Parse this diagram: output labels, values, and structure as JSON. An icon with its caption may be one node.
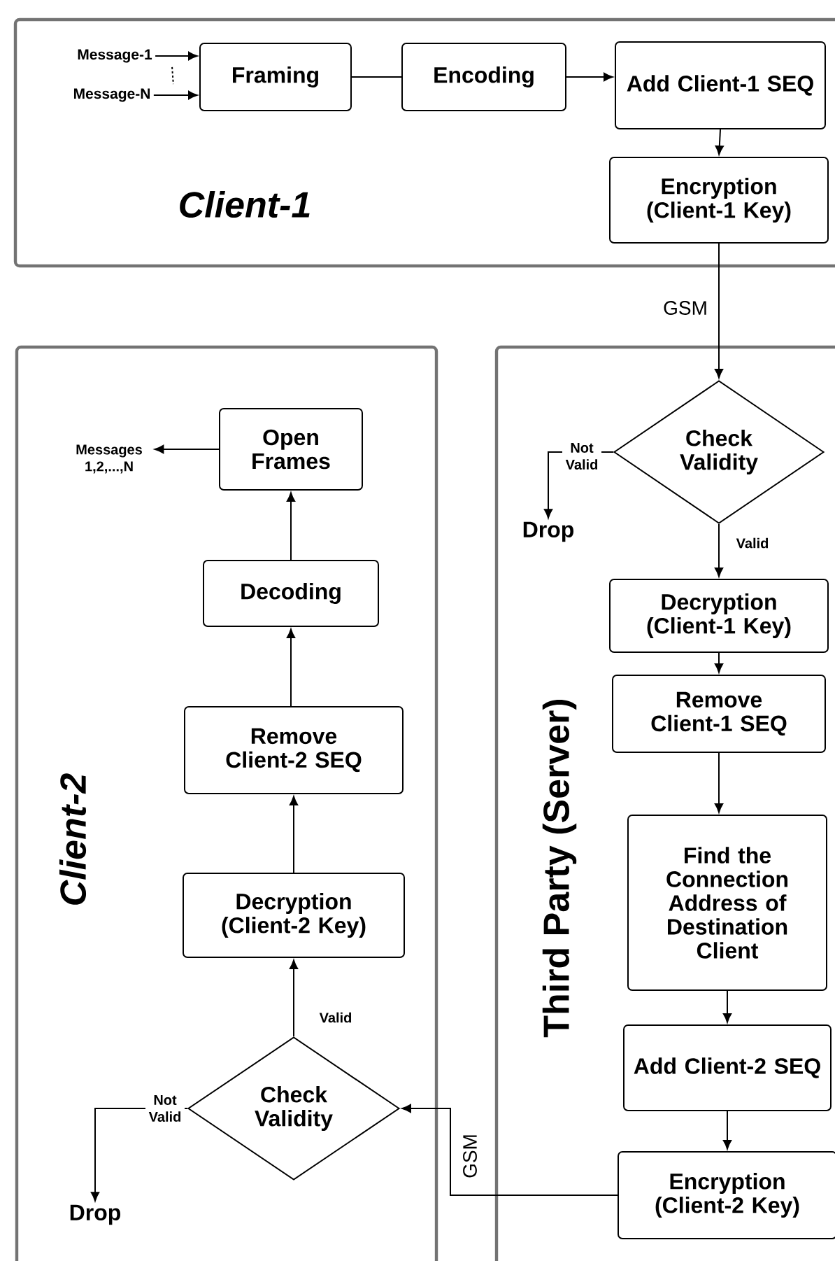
{
  "diagram": {
    "nodes": [
      {
        "text": [
          "Client-1"
        ]
      },
      {
        "text": [
          "Message-1"
        ],
        "in": 0
      },
      {
        "text": [
          "Message-N"
        ],
        "in": 0
      },
      {
        "text": [
          "Framing"
        ],
        "in": 0
      },
      {
        "text": [
          "Encoding"
        ],
        "in": 0
      },
      {
        "text": [
          "Add Client-1 SEQ"
        ],
        "in": 0
      },
      {
        "text": [
          "Encryption (Client-1 Key)"
        ],
        "in": 0
      },
      {
        "text": [
          "Third Party (Server)"
        ]
      },
      {
        "text": [
          "Check Validity"
        ],
        "in": 7
      },
      {
        "text": [
          "Drop"
        ],
        "in": 7
      },
      {
        "text": [
          "Decryption (Client-1 Key)"
        ],
        "in": 7
      },
      {
        "text": [
          "Remove Client-1 SEQ"
        ],
        "in": 7
      },
      {
        "text": [
          "Find the Connection Address of Destination Client"
        ],
        "in": 7
      },
      {
        "text": [
          "Add Client-2 SEQ"
        ],
        "in": 7
      },
      {
        "text": [
          "Encryption (Client-2 Key)"
        ],
        "in": 7
      },
      {
        "text": [
          "Client-2"
        ]
      },
      {
        "text": [
          "Messages 1,2,...,N"
        ],
        "in": 15
      },
      {
        "text": [
          "Open Frames"
        ],
        "in": 15
      },
      {
        "text": [
          "Decoding"
        ],
        "in": 15
      },
      {
        "text": [
          "Remove Client-2 SEQ"
        ],
        "in": 15
      },
      {
        "text": [
          "Decryption (Client-2 Key)"
        ],
        "in": 15
      },
      {
        "text": [
          "Check Validity"
        ],
        "in": 15
      },
      {
        "text": [
          "Drop"
        ],
        "in": 15
      }
    ],
    "edges": [
      {
        "from": 1,
        "to": 2,
        "arrow": "none",
        "style": "dashed"
      },
      {
        "from": 1,
        "to": 3,
        "arrow": "to"
      },
      {
        "from": 2,
        "to": 3,
        "arrow": "to"
      },
      {
        "from": 3,
        "to": 4,
        "arrow": "none"
      },
      {
        "from": 4,
        "to": 5,
        "arrow": "to"
      },
      {
        "from": 5,
        "to": 6,
        "arrow": "to"
      },
      {
        "from": 6,
        "to": 8,
        "arrow": "to",
        "label": "GSM"
      },
      {
        "from": 8,
        "to": 9,
        "arrow": "to",
        "label": "Not Valid"
      },
      {
        "from": 8,
        "to": 10,
        "arrow": "to",
        "label": "Valid"
      },
      {
        "from": 10,
        "to": 11,
        "arrow": "to"
      },
      {
        "from": 11,
        "to": 12,
        "arrow": "to"
      },
      {
        "from": 12,
        "to": 13,
        "arrow": "to"
      },
      {
        "from": 13,
        "to": 14,
        "arrow": "to"
      },
      {
        "from": 14,
        "to": 21,
        "arrow": "to",
        "label": "GSM"
      },
      {
        "from": 21,
        "to": 22,
        "arrow": "to",
        "label": "Not Valid"
      },
      {
        "from": 21,
        "to": 20,
        "arrow": "to",
        "label": "Valid"
      },
      {
        "from": 20,
        "to": 19,
        "arrow": "to"
      },
      {
        "from": 19,
        "to": 18,
        "arrow": "to"
      },
      {
        "from": 18,
        "to": 17,
        "arrow": "to"
      },
      {
        "from": 17,
        "to": 16,
        "arrow": "to"
      }
    ]
  }
}
